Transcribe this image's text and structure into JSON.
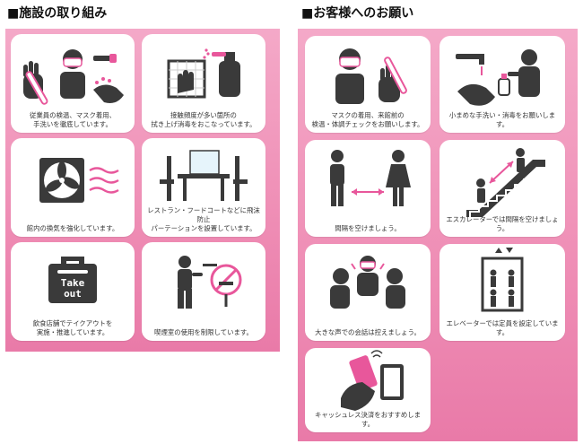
{
  "left": {
    "title": "■施設の取り組み",
    "items": [
      {
        "line1": "従業員の検温、マスク着用、",
        "line2": "手洗いを徹底しています。",
        "icon": "staff-hygiene-icon"
      },
      {
        "line1": "接触頻度が多い箇所の",
        "line2": "拭き上げ消毒をおこなっています。",
        "icon": "disinfect-wipe-icon"
      },
      {
        "line1": "館内の換気を強化しています。",
        "line2": "",
        "icon": "ventilation-fan-icon"
      },
      {
        "line1": "レストラン・フードコートなどに飛沫防止",
        "line2": "パーテーションを設置しています。",
        "icon": "partition-table-icon"
      },
      {
        "line1": "飲食店舗でテイクアウトを",
        "line2": "実施・推進しています。",
        "icon": "takeout-bag-icon",
        "bag_line1": "Take",
        "bag_line2": "out"
      },
      {
        "line1": "喫煙室の使用を制限しています。",
        "line2": "",
        "icon": "no-smoking-icon"
      }
    ]
  },
  "right": {
    "title": "■お客様へのお願い",
    "items": [
      {
        "line1": "マスクの着用、来館前の",
        "line2": "検温・体調チェックをお願いします。",
        "icon": "mask-thermometer-icon"
      },
      {
        "line1": "小まめな手洗い・消毒をお願いします。",
        "line2": "",
        "icon": "handwash-icon"
      },
      {
        "line1": "間隔を空けましょう。",
        "line2": "",
        "icon": "social-distance-icon"
      },
      {
        "line1": "エスカレーターでは間隔を空けましょう。",
        "line2": "",
        "icon": "escalator-icon"
      },
      {
        "line1": "大きな声での会話は控えましょう。",
        "line2": "",
        "icon": "quiet-conversation-icon"
      },
      {
        "line1": "エレベーターでは定員を設定しています。",
        "line2": "",
        "icon": "elevator-capacity-icon"
      },
      {
        "line1": "キャッシュレス決済をおすすめします。",
        "line2": "",
        "icon": "cashless-payment-icon"
      }
    ]
  },
  "colors": {
    "panel": "#ef8fb6",
    "pictogram": "#3a3a3a",
    "accent": "#e8579b"
  }
}
